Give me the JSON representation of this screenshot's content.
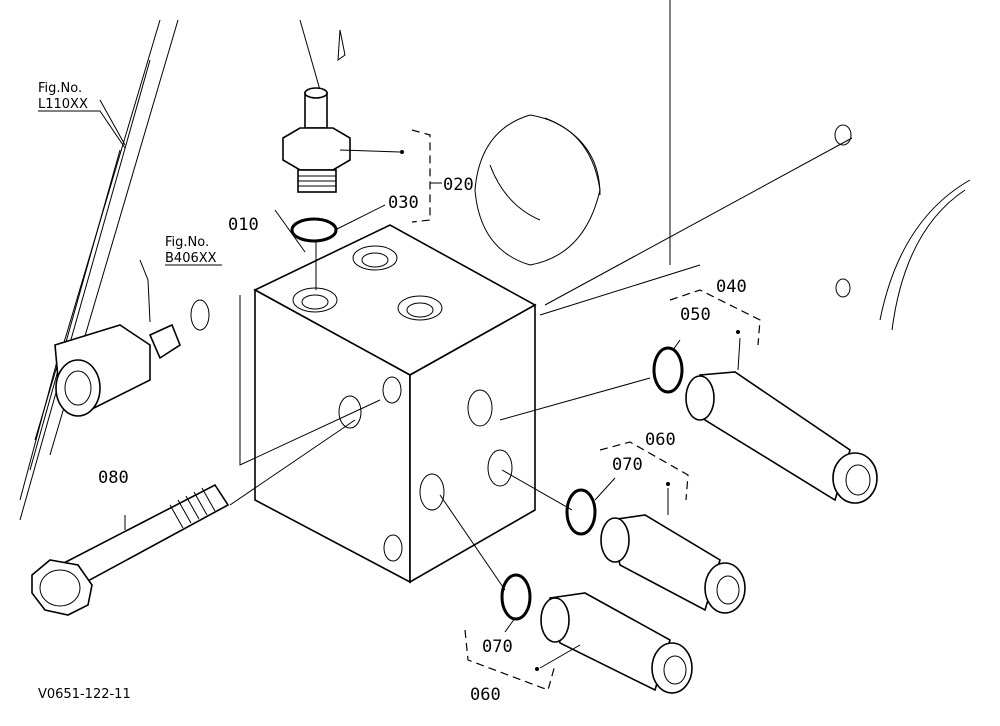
{
  "drawing_code": "V0651-122-11",
  "references": [
    {
      "fig": "Fig.No.",
      "code": "L110XX"
    },
    {
      "fig": "Fig.No.",
      "code": "B406XX"
    }
  ],
  "callouts": {
    "p010": "010",
    "p020": "020",
    "p030": "030",
    "p040": "040",
    "p050": "050",
    "p060a": "060",
    "p070a": "070",
    "p070b": "070",
    "p060b": "060",
    "p080": "080"
  }
}
